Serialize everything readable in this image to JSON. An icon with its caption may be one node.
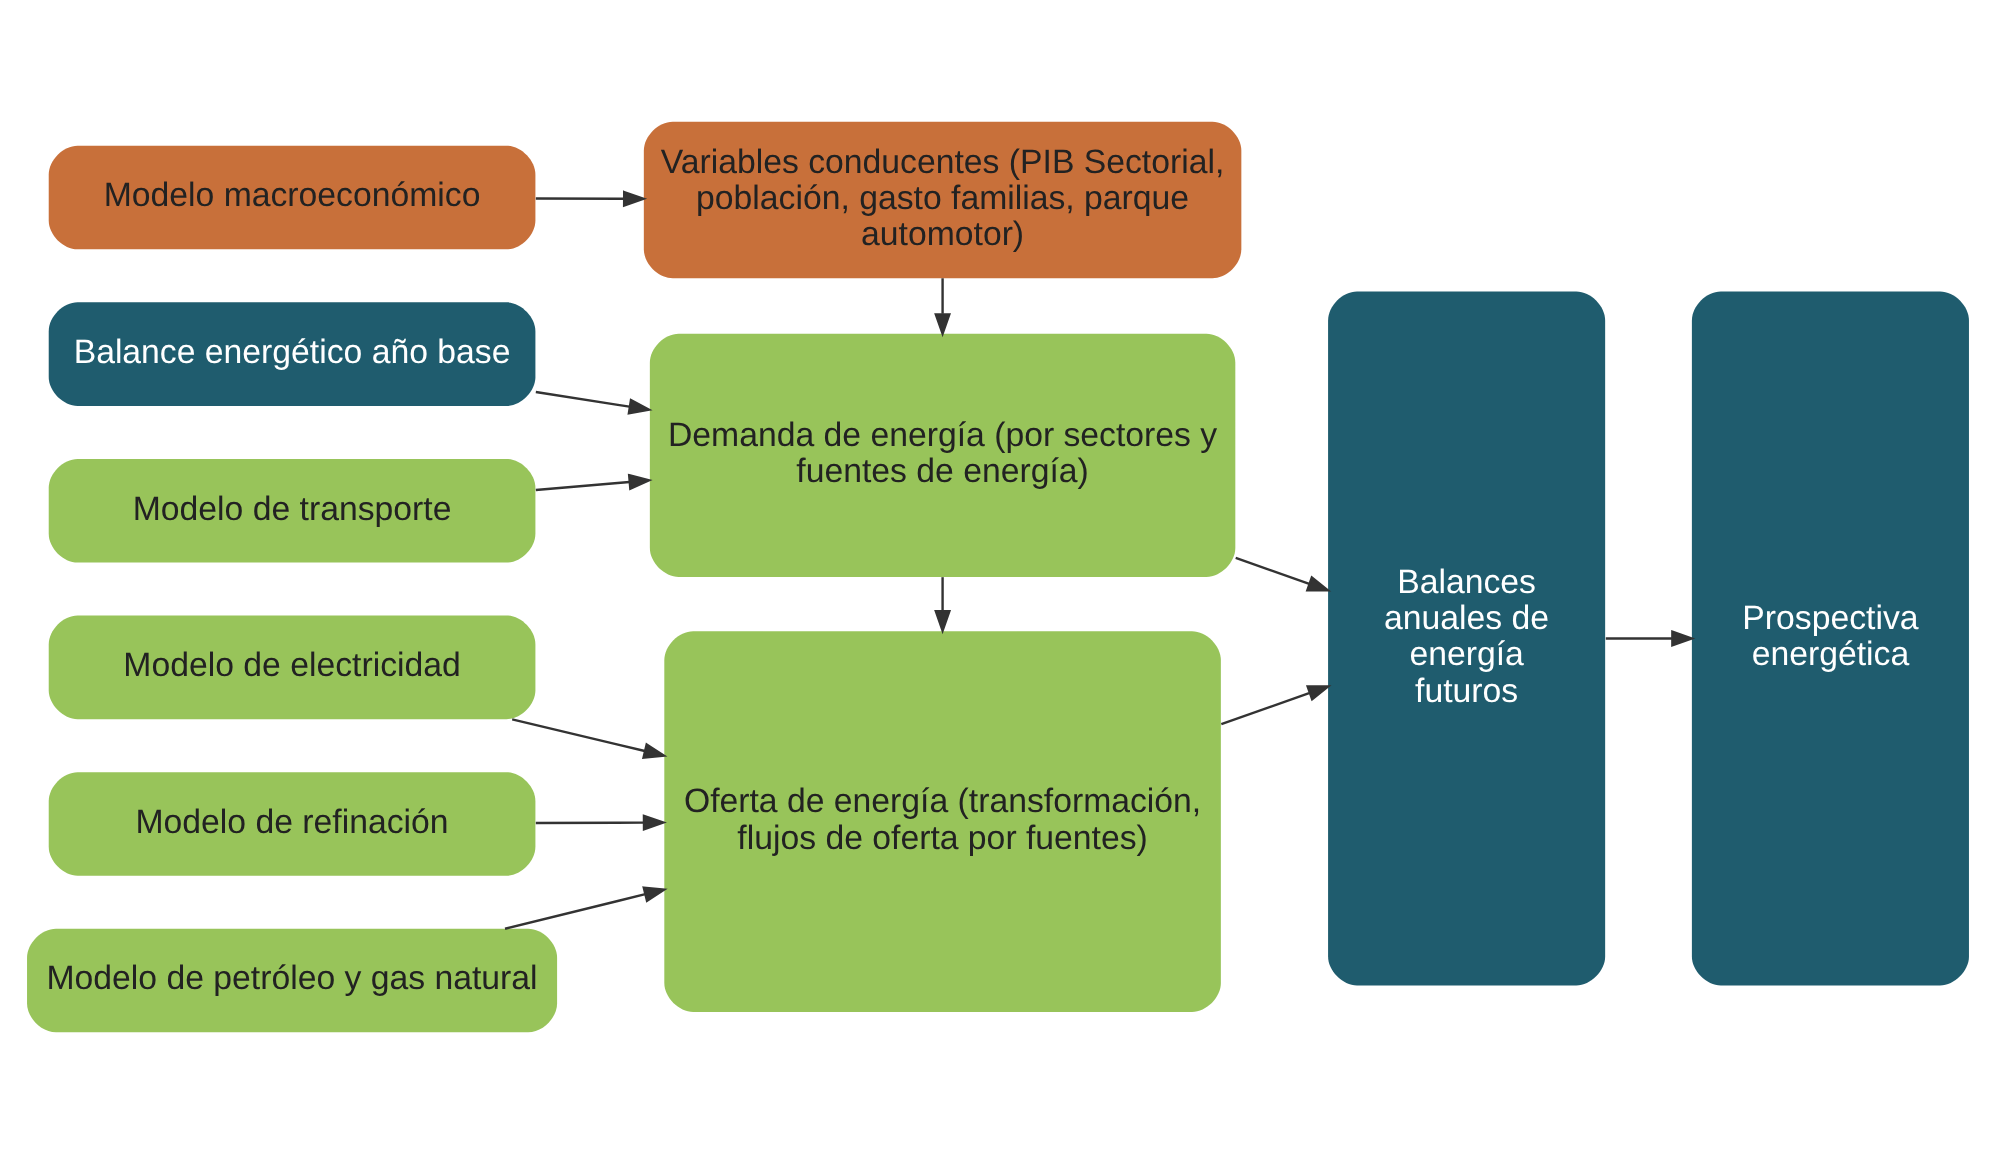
{
  "diagram": {
    "nodes": [
      {
        "text": [
          "Modelo macroeconómico"
        ]
      },
      {
        "text": [
          "Variables conducentes (PIB Sectorial, población, gasto familias, parque automotor)"
        ]
      },
      {
        "text": [
          "Balance energético año base"
        ]
      },
      {
        "text": [
          "Demanda de energía (por sectores y fuentes de energía)"
        ]
      },
      {
        "text": [
          "Modelo de transporte"
        ]
      },
      {
        "text": [
          "Modelo de electricidad"
        ]
      },
      {
        "text": [
          "Oferta de energía (transformación, flujos de oferta por fuentes)"
        ]
      },
      {
        "text": [
          "Modelo de refinación"
        ]
      },
      {
        "text": [
          "Modelo de petróleo y gas natural"
        ]
      },
      {
        "text": [
          "Balances anuales de energía futuros"
        ]
      },
      {
        "text": [
          "Prospectiva energética"
        ]
      }
    ],
    "edges": [
      {
        "from": 0,
        "to": 1,
        "arrow": "to"
      },
      {
        "from": 1,
        "to": 3,
        "arrow": "to"
      },
      {
        "from": 2,
        "to": 3,
        "arrow": "to"
      },
      {
        "from": 4,
        "to": 3,
        "arrow": "to"
      },
      {
        "from": 3,
        "to": 6,
        "arrow": "to"
      },
      {
        "from": 5,
        "to": 6,
        "arrow": "to"
      },
      {
        "from": 7,
        "to": 6,
        "arrow": "to"
      },
      {
        "from": 8,
        "to": 6,
        "arrow": "to"
      },
      {
        "from": 3,
        "to": 9,
        "arrow": "to"
      },
      {
        "from": 6,
        "to": 9,
        "arrow": "to"
      },
      {
        "from": 9,
        "to": 10,
        "arrow": "to"
      }
    ]
  }
}
